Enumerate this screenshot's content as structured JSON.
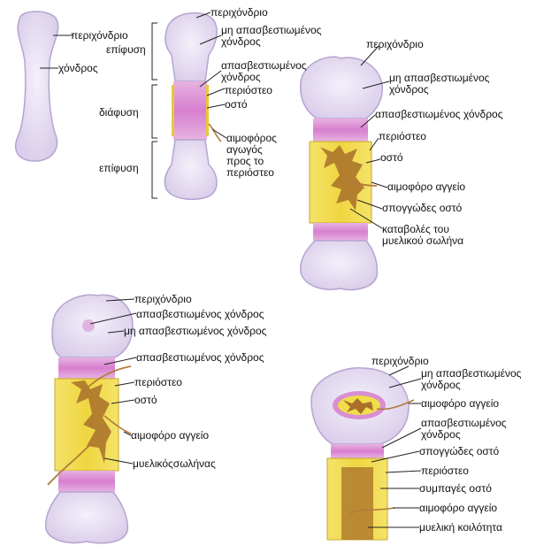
{
  "colors": {
    "cartilage": "#e6def2",
    "cartilage_edge": "#b8a6d2",
    "calcified": "#d98ed2",
    "bone_yellow": "#f0dd4a",
    "bone_edge": "#c7a82a",
    "spongy": "#a8702a",
    "vessel": "#b37a3a"
  },
  "stage1": {
    "perichondrium": "περιχόνδριο",
    "cartilage": "χόνδρος"
  },
  "stage2": {
    "perichondrium": "περιχόνδριο",
    "epiphysis_top": "επίφυση",
    "non_calcified_line1": "μη απασβεστιωμένος",
    "non_calcified_line2": "χόνδρος",
    "calcified_line1": "απασβεστιωμένος",
    "calcified_line2": "χόνδρος",
    "diaphysis": "διάφυση",
    "periosteum": "περιόστεο",
    "bone": "οστό",
    "vessel_line1": "αιμοφόρος",
    "vessel_line2": "αγωγός",
    "vessel_line3": "προς το",
    "vessel_line4": "περιόστεο",
    "epiphysis_bottom": "επίφυση"
  },
  "stage3": {
    "perichondrium": "περιχόνδριο",
    "non_calcified_line1": "μη απασβεστιωμένος",
    "non_calcified_line2": "χόνδρος",
    "calcified": "απασβεστιωμένος χόνδρος",
    "periosteum": "περιόστεο",
    "bone": "οστό",
    "vessel": "αιμοφόρο αγγείο",
    "spongy": "σπογγώδες οστό",
    "marrow_line1": "καταβολές του",
    "marrow_line2": "μυελικού σωλήνα"
  },
  "stage4": {
    "perichondrium": "περιχόνδριο",
    "calcified_1": "απασβεστιωμένος χόνδρος",
    "non_calcified": "μη απασβεστιωμένος χόνδρος",
    "calcified_2": "απασβεστιωμένος χόνδρος",
    "periosteum": "περιόστεο",
    "bone": "οστό",
    "vessel": "αιμοφόρο αγγείο",
    "marrow": "μυελικόςσωλήνας"
  },
  "stage5": {
    "perichondrium": "περιχόνδριο",
    "non_calcified_line1": "μη απασβεστιωμένος",
    "non_calcified_line2": "χόνδρος",
    "vessel_1": "αιμοφόρο αγγείο",
    "calcified_line1": "απασβεστιωμένος",
    "calcified_line2": "χόνδρος",
    "spongy": "σπογγώδες οστό",
    "periosteum": "περιόστεο",
    "compact": "συμπαγές οστό",
    "vessel_2": "αιμοφόρο αγγείο",
    "marrow_cavity": "μυελική κοιλότητα"
  }
}
